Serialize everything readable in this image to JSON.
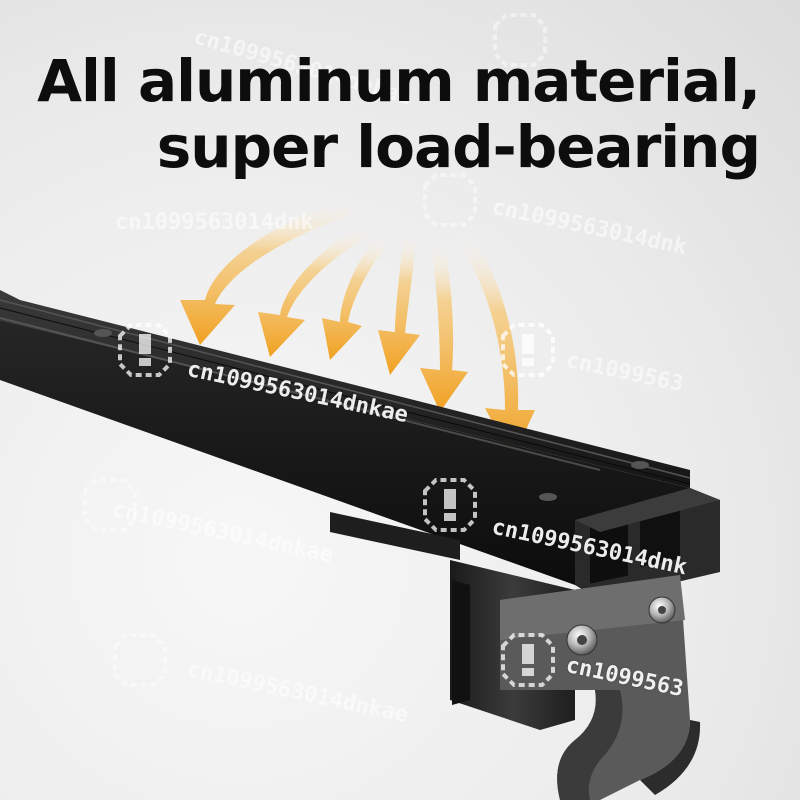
{
  "headline": {
    "line1": "All aluminum material,",
    "line2": "super load-bearing"
  },
  "watermark": {
    "text": "cn1099563014dnkae",
    "text_partial_1": "cn1099563014dnk",
    "text_partial_2": "cn1099563",
    "icon": "exclamation-shield-icon"
  },
  "colors": {
    "arrow": "#f0a020",
    "rail": "#1b1b1b",
    "background": "#eeeeee"
  }
}
